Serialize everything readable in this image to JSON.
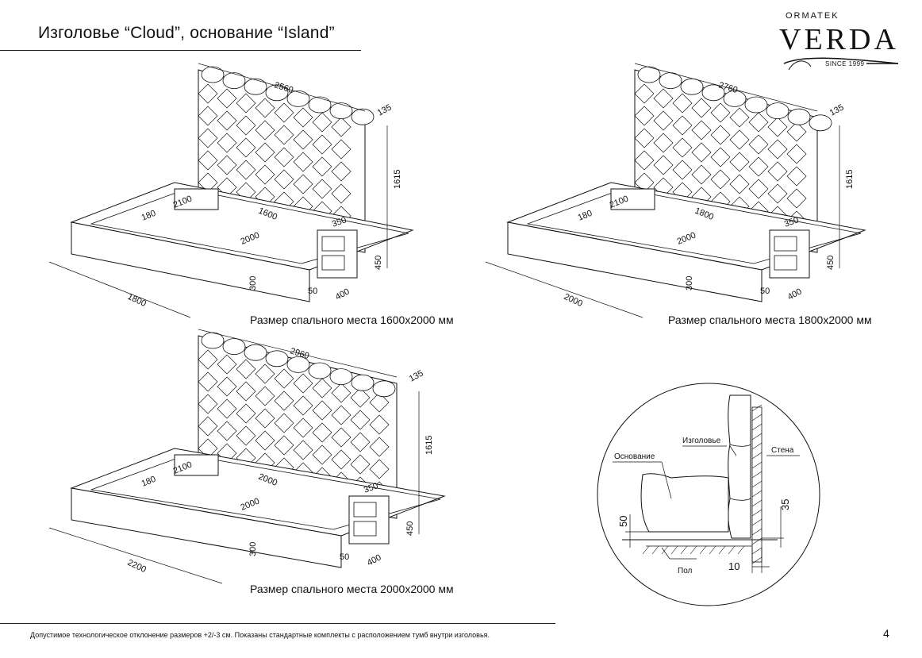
{
  "header": {
    "title": "Изголовье “Cloud”, основание “Island”"
  },
  "brand": {
    "pre": "ORMATEK",
    "name": "VERDA",
    "since": "SINCE 1999"
  },
  "beds": [
    {
      "caption": "Размер спального места 1600х2000 мм",
      "dims": {
        "headboard_width": "2560",
        "headboard_depth": "135",
        "headboard_height": "1615",
        "base_width": "1800",
        "base_inner_length": "2100",
        "sleep_width": "1600",
        "sleep_length": "2000",
        "edge": "180",
        "base_height": "300",
        "nightstand_width": "350",
        "nightstand_depth": "400",
        "nightstand_height": "450",
        "nightstand_leg": "50"
      }
    },
    {
      "caption": "Размер спального места 1800х2000 мм",
      "dims": {
        "headboard_width": "2760",
        "headboard_depth": "135",
        "headboard_height": "1615",
        "base_width": "2000",
        "base_inner_length": "2100",
        "sleep_width": "1800",
        "sleep_length": "2000",
        "edge": "180",
        "base_height": "300",
        "nightstand_width": "350",
        "nightstand_depth": "400",
        "nightstand_height": "450",
        "nightstand_leg": "50"
      }
    },
    {
      "caption": "Размер спального места 2000х2000 мм",
      "dims": {
        "headboard_width": "2960",
        "headboard_depth": "135",
        "headboard_height": "1615",
        "base_width": "2200",
        "base_inner_length": "2100",
        "sleep_width": "2000",
        "sleep_length": "2000",
        "edge": "180",
        "base_height": "300",
        "nightstand_width": "350",
        "nightstand_depth": "400",
        "nightstand_height": "450",
        "nightstand_leg": "50"
      }
    }
  ],
  "detail": {
    "headboard_label": "Изголовье",
    "wall_label": "Стена",
    "base_label": "Основание",
    "floor_label": "Пол",
    "dim_50": "50",
    "dim_35": "35",
    "dim_10": "10"
  },
  "footer": {
    "note": "Допустимое технологическое отклонение размеров +2/-3 см.  Показаны стандартные комплекты с расположением тумб внутри изголовья.",
    "page": "4"
  }
}
